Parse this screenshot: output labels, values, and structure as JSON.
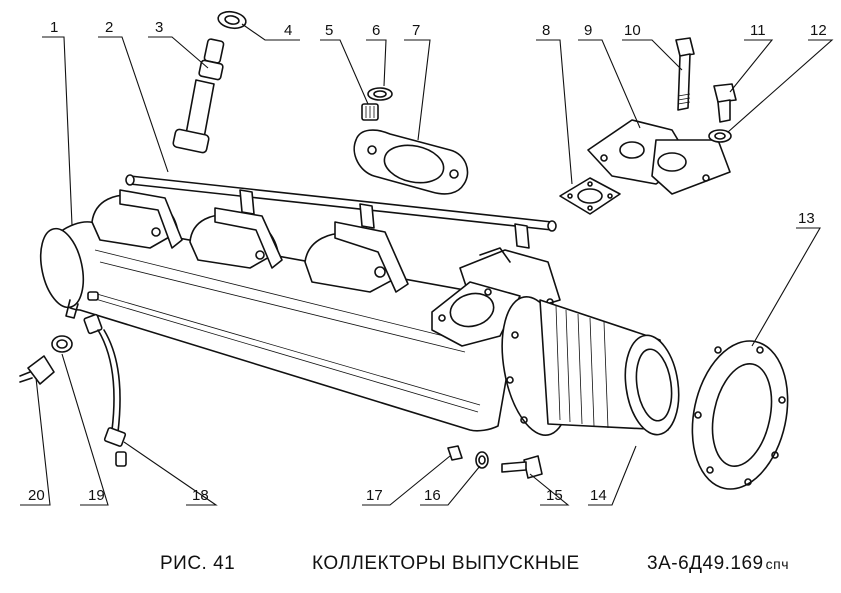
{
  "caption": {
    "figure_label": "РИС. 41",
    "title": "КОЛЛЕКТОРЫ ВЫПУСКНЫЕ",
    "code": "3А-6Д49.169",
    "code_suffix": "спч"
  },
  "callouts": [
    "1",
    "2",
    "3",
    "4",
    "5",
    "6",
    "7",
    "8",
    "9",
    "10",
    "11",
    "12",
    "13",
    "14",
    "15",
    "16",
    "17",
    "18",
    "19",
    "20"
  ]
}
